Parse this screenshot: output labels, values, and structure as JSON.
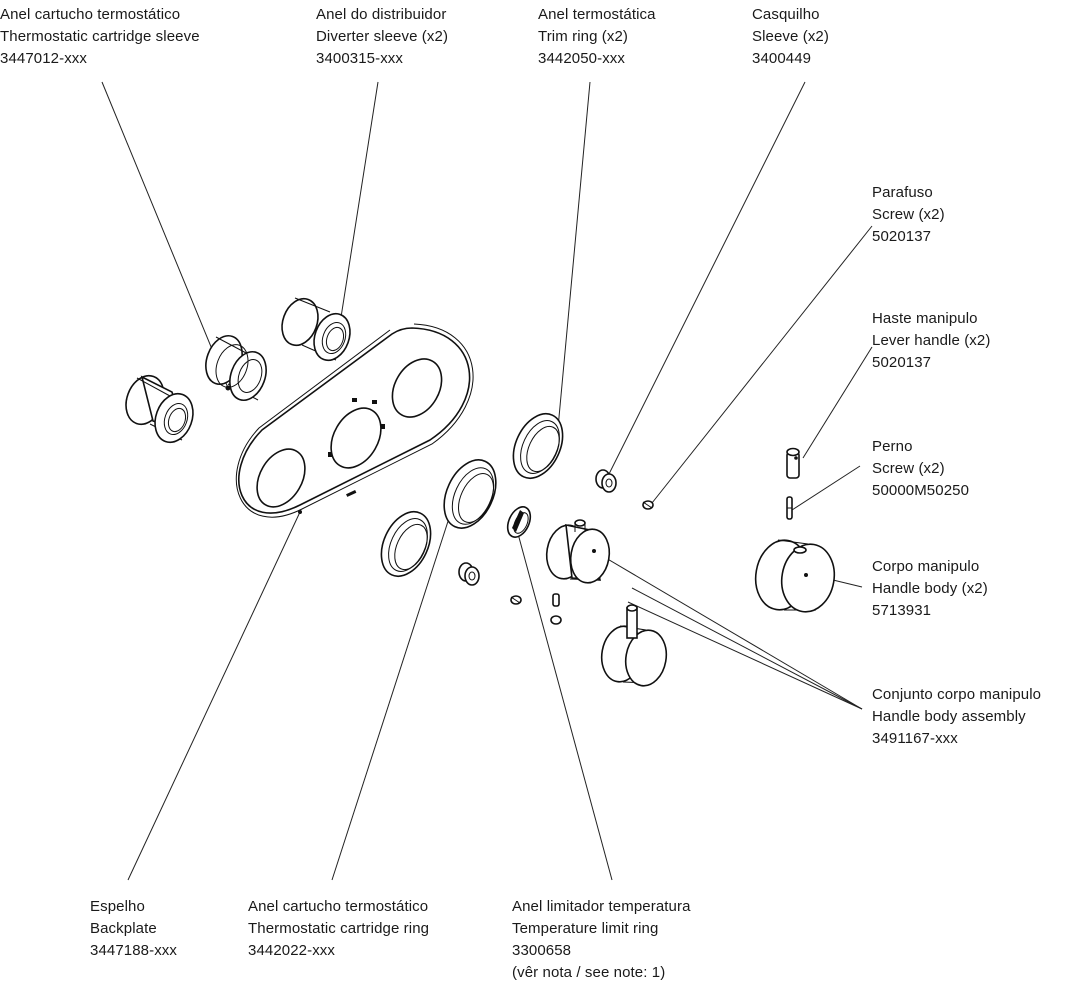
{
  "diagram": {
    "callouts": [
      {
        "id": "cartridge-sleeve",
        "pt": "Anel cartucho termostático",
        "en": "Thermostatic cartridge sleeve",
        "code": "3447012-xxx"
      },
      {
        "id": "diverter-sleeve",
        "pt": "Anel do distribuidor",
        "en": "Diverter sleeve (x2)",
        "code": "3400315-xxx"
      },
      {
        "id": "trim-ring",
        "pt": "Anel termostática",
        "en": "Trim ring (x2)",
        "code": "3442050-xxx"
      },
      {
        "id": "sleeve",
        "pt": "Casquilho",
        "en": "Sleeve (x2)",
        "code": "3400449"
      },
      {
        "id": "screw",
        "pt": "Parafuso",
        "en": "Screw (x2)",
        "code": "5020137"
      },
      {
        "id": "lever-handle",
        "pt": "Haste manipulo",
        "en": "Lever handle (x2)",
        "code": "5020137"
      },
      {
        "id": "pin-screw",
        "pt": "Perno",
        "en": "Screw (x2)",
        "code": "50000M50250"
      },
      {
        "id": "handle-body",
        "pt": "Corpo manipulo",
        "en": "Handle body (x2)",
        "code": "5713931"
      },
      {
        "id": "handle-body-assembly",
        "pt": "Conjunto corpo manipulo",
        "en": "Handle body assembly",
        "code": "3491167-xxx"
      },
      {
        "id": "backplate",
        "pt": "Espelho",
        "en": "Backplate",
        "code": "3447188-xxx"
      },
      {
        "id": "cartridge-ring",
        "pt": "Anel cartucho termostático",
        "en": "Thermostatic cartridge ring",
        "code": "3442022-xxx"
      },
      {
        "id": "temp-limit-ring",
        "pt": "Anel limitador temperatura",
        "en": "Temperature limit ring",
        "code": "3300658",
        "note": "(vêr nota / see note: 1)"
      }
    ]
  }
}
